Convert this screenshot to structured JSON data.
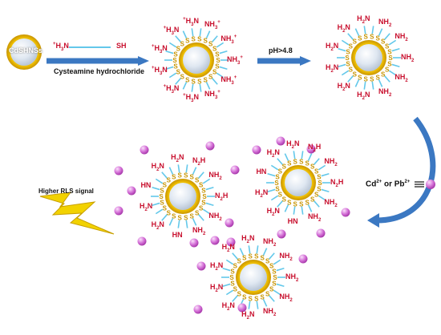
{
  "labels": {
    "cdshnss": "CdSHNSs",
    "reagent_amine": "+H3N",
    "reagent_thiol": "SH",
    "reagent_name": "Cysteamine hydrochloride",
    "ph_condition": "pH>4.8",
    "metal_ions": "Cd²⁺ or Pb²⁺",
    "higher_rls": "Higher RLS signal"
  },
  "ligand_text": {
    "nh3_plus": "NH3+",
    "h3n_plus": "+H3N",
    "nh2": "NH2",
    "h2n": "H2N",
    "n2h": "N2H",
    "hn": "HN",
    "thiol_s": "S"
  },
  "colors": {
    "gold": "#f0c000",
    "gold_dark": "#c89400",
    "core": "#d8e2ee",
    "ligand_line": "#63c8ea",
    "amine_red": "#c8102e",
    "ion_fill": "#d36fd6",
    "arrow_blue": "#3b78c2",
    "lightning": "#f2d200"
  }
}
